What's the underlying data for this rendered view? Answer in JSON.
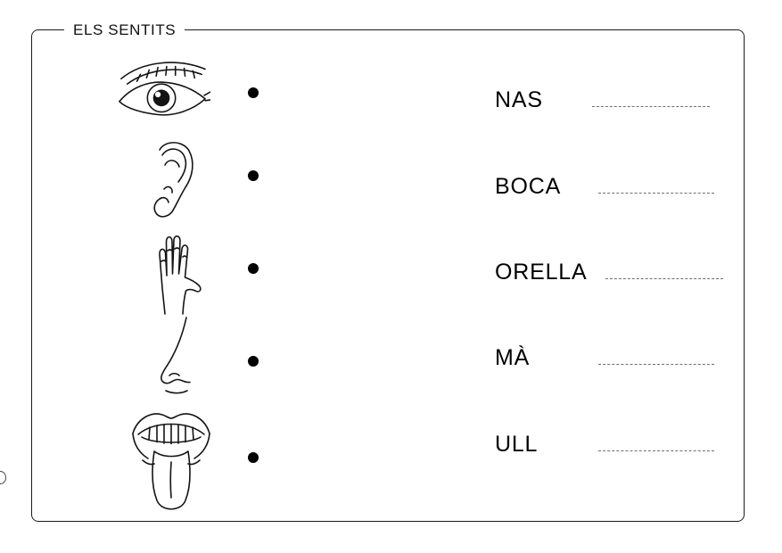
{
  "worksheet": {
    "title": "ELS SENTITS",
    "rows": [
      {
        "image": "eye",
        "word": "NAS"
      },
      {
        "image": "ear",
        "word": "BOCA"
      },
      {
        "image": "hand",
        "word": "ORELLA"
      },
      {
        "image": "nose",
        "word": "MÀ"
      },
      {
        "image": "mouth",
        "word": "ULL"
      }
    ]
  },
  "colors": {
    "ink": "#000000",
    "paper": "#ffffff",
    "answer_line": "#6e6e6e"
  }
}
